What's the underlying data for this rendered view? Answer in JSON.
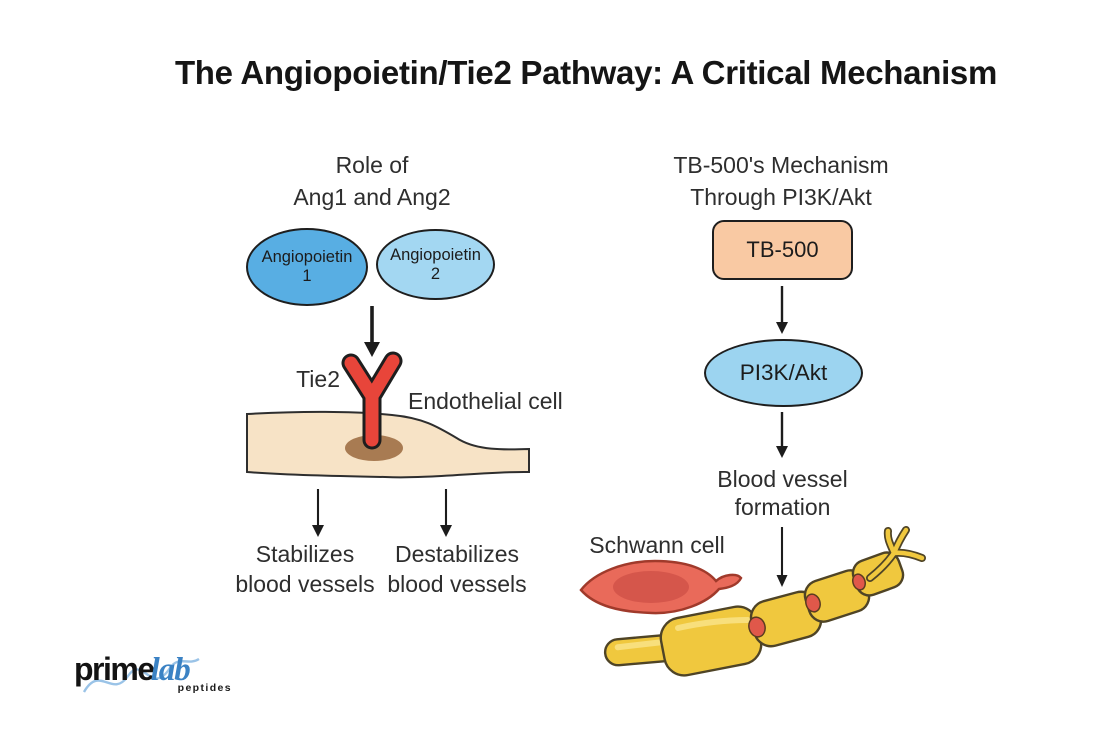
{
  "title": "The Angiopoietin/Tie2 Pathway: A Critical Mechanism",
  "left_panel": {
    "heading1": "Role of",
    "heading2": "Ang1 and Ang2",
    "ang1_l1": "Angiopoietin",
    "ang1_l2": "1",
    "ang2_l1": "Angiopoietin",
    "ang2_l2": "2",
    "receptor_label": "Tie2",
    "cell_label": "Endothelial cell",
    "out1_l1": "Stabilizes",
    "out1_l2": "blood vessels",
    "out2_l1": "Destabilizes",
    "out2_l2": "blood vessels"
  },
  "right_panel": {
    "heading1": "TB-500's Mechanism",
    "heading2": "Through PI3K/Akt",
    "tb500_label": "TB-500",
    "pi3k_label": "PI3K/Akt",
    "out_l1": "Blood vessel",
    "out_l2": "formation",
    "schwann_label": "Schwann cell"
  },
  "logo": {
    "part1": "prime",
    "part2": "lab",
    "subtext": "peptides"
  },
  "icons": {
    "down-arrow-icon": "svg line + filled triangle head",
    "tie2-receptor-icon": "svg red Y shape with dark outline",
    "endothelial-cell-shape": "svg beige band with brown oval nucleus",
    "schwann-cell-icon": "svg red spindle cell with darker nucleus",
    "neuron-icon": "svg yellow myelinated axon with red nodes and branched terminal"
  },
  "colors": {
    "ang1": "#58aee3",
    "ang2": "#a3d7f2",
    "pi3k": "#9cd4f0",
    "tb500": "#f9c9a3",
    "cell_band": "#f7e3c6",
    "nucleus": "#a87b52",
    "receptor_red": "#e8453a",
    "schwann_body": "#e96a5a",
    "schwann_nucleus": "#d5564b",
    "schwann_outline": "#a03a2b",
    "nerve_yellow": "#f0c83e",
    "nerve_outline": "#4f4426",
    "node_red": "#e0584a",
    "outline_dark": "#1e1e1e",
    "text": "#2e2e2e",
    "logo_blue": "#3b82c4",
    "logo_script": "#8fbce4"
  }
}
